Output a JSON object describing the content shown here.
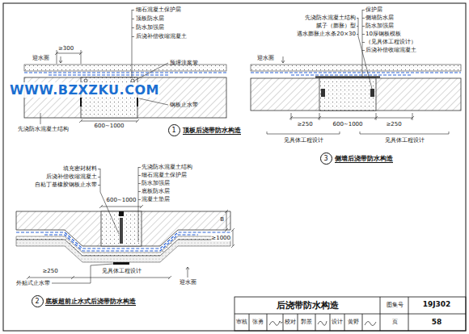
{
  "diagram": {
    "title": "后浇带防水构造",
    "nodes": [
      {
        "text": [
          "1"
        ]
      },
      {
        "text": [
          "3"
        ]
      },
      {
        "text": [
          "2"
        ]
      }
    ],
    "labels": [
      "细石混凝土保护层",
      "顶板防水层",
      "防水加强层",
      "后浇补偿收缩混凝土",
      "≥300",
      "迎水面",
      "预埋注浆管",
      "钢板止水带",
      "先浇防水混凝土结构",
      "600~1000",
      "顶板后浇带防水构造",
      "WWW.BZXZKU.COM",
      "保护层",
      "侧墙防水层",
      "防水加强层",
      "10厚钢板模板",
      "（见具体工程设计）",
      "后浇补偿收缩混凝土",
      "先浇防水混凝土结构",
      "腻子（膨胀）型",
      "遇水膨胀止水条20×30",
      "迎水面",
      "≥250",
      "600~1000",
      "≥250",
      "见具体工程设计",
      "见具体工程设计",
      "侧墙后浇带防水构造",
      "填充密封材料",
      "后浇补偿收缩混凝土",
      "自粘丁基橡胶钢板止水带",
      "先浇防水混凝土结构",
      "细石混凝土保护层",
      "防水加强层",
      "底板防水层",
      "混凝土垫层",
      "600~1000",
      "B",
      "≥1000",
      "≥250",
      "见具体工程设计",
      "外贴式止水带",
      "迎水面",
      "底板超前止水式后浇带防水构造",
      "图集号",
      "19J302",
      "页",
      "58",
      "审核",
      "张勇",
      "校对",
      "郭景",
      "设计",
      "黄野"
    ]
  }
}
